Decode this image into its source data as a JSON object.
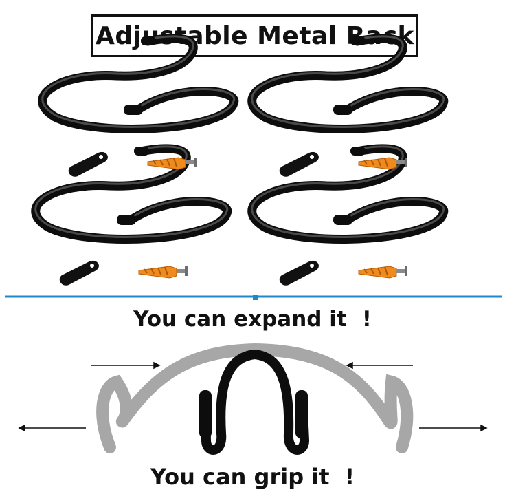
{
  "title": "Adjustable Metal Rack",
  "caption_expand": {
    "text": "You can expand it",
    "mark": "!"
  },
  "caption_grip": {
    "text": "You can grip it",
    "mark": "!"
  },
  "colors": {
    "hook": "#0d0d0d",
    "anchor": "#f08a1c",
    "divider": "#1e88c8",
    "gray_hook": "#a7a7a7"
  },
  "icons": [
    "s-hook-icon",
    "cable-clip-icon",
    "wall-anchor-icon",
    "arrow-icon"
  ]
}
